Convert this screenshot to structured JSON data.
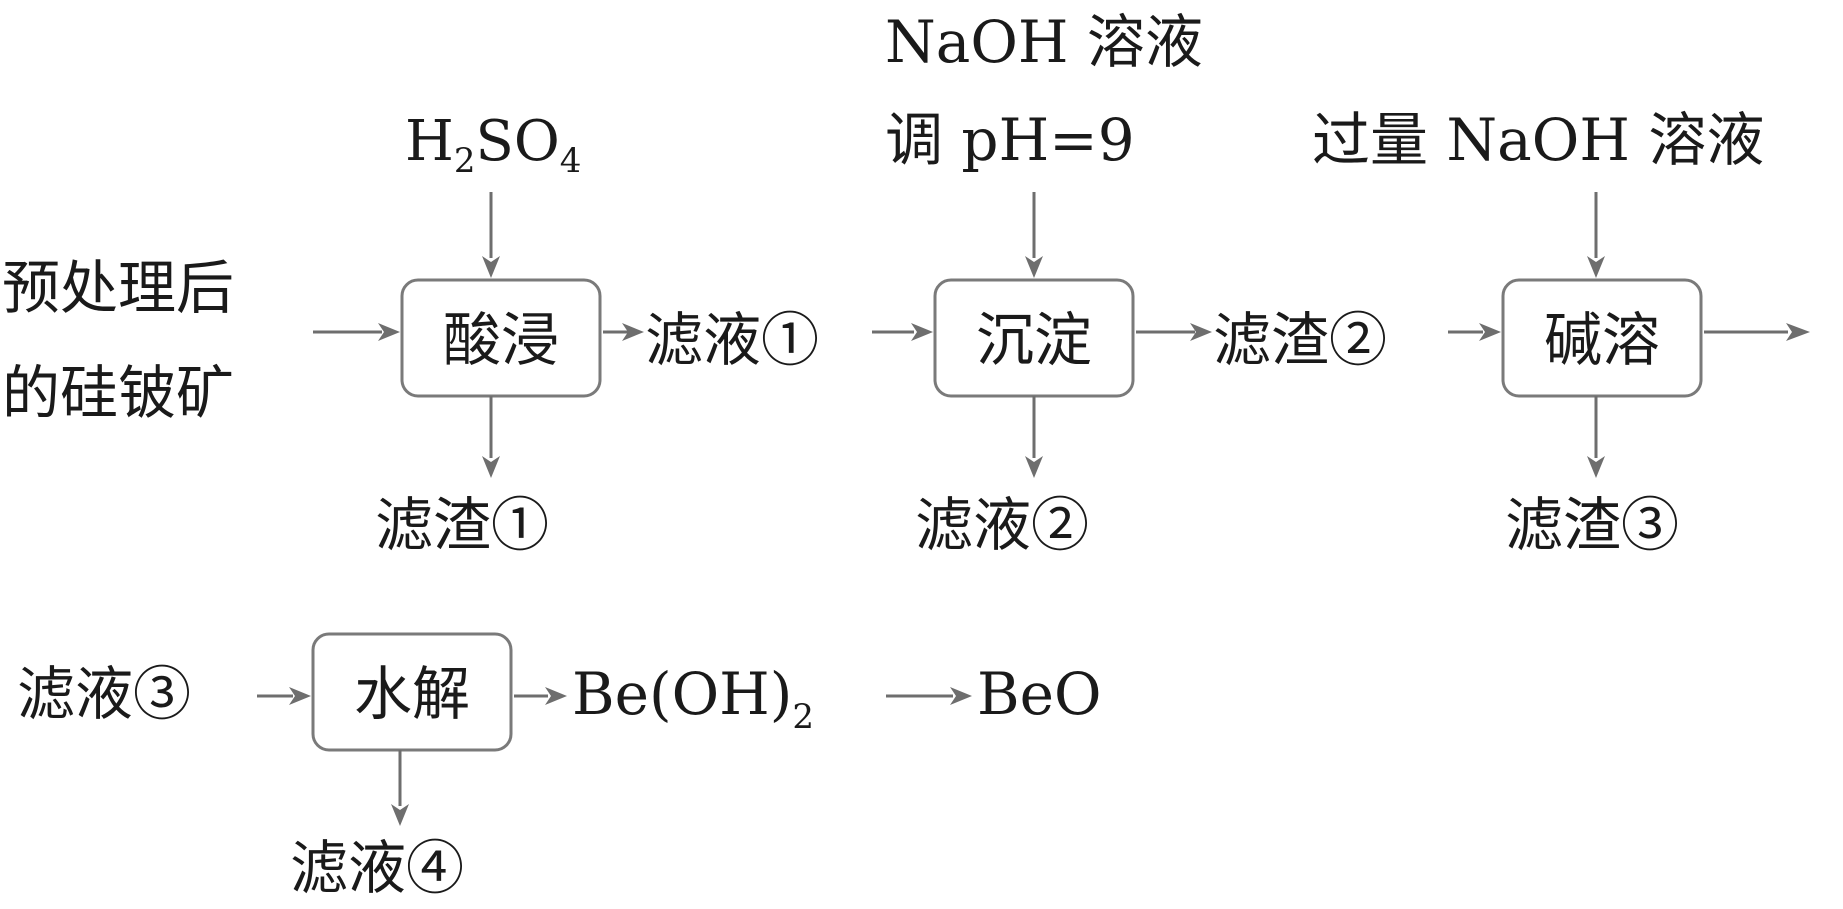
{
  "inputs": {
    "feed_line1": "预处理后",
    "feed_line2": "的硅铍矿",
    "acid": {
      "main": "H",
      "sub1": "2",
      "mid": "SO",
      "sub2": "4"
    },
    "precip_reagent_line1": "NaOH 溶液",
    "precip_reagent_line2": "调 pH=9",
    "base_reagent": "过量 NaOH 溶液"
  },
  "steps": {
    "acid_leach": "酸浸",
    "precipitation": "沉淀",
    "alkali_dissolve": "碱溶",
    "hydrolysis": "水解"
  },
  "streams": {
    "filtrate_1": "滤液①",
    "filtrate_2": "滤液②",
    "filtrate_3": "滤液③",
    "filtrate_4": "滤液④",
    "residue_1": "滤渣①",
    "residue_2": "滤渣②",
    "residue_3": "滤渣③"
  },
  "products": {
    "hydroxide": {
      "main": "Be(OH)",
      "sub": "2"
    },
    "oxide": "BeO"
  },
  "colors": {
    "line": "#6e6e6e",
    "box_border": "#7a7a7a",
    "text": "#1a1a1a"
  }
}
